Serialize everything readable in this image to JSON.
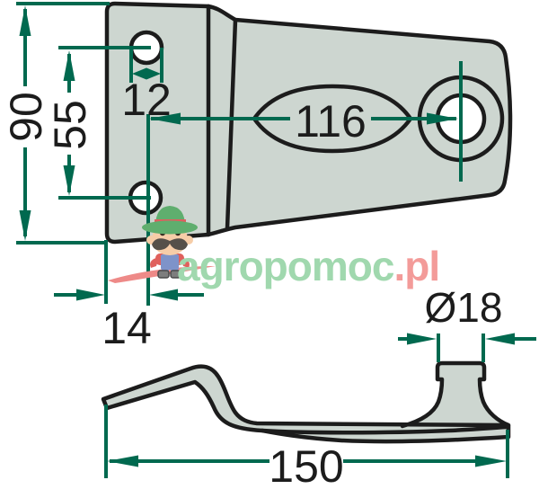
{
  "drawing": {
    "dimensions": {
      "overall_height": "90",
      "hole_center_spacing": "55",
      "hole_diameter": "12",
      "hole_to_stud_center": "116",
      "edge_to_hole_center": "14",
      "stud_diameter": "Ø18",
      "overall_length": "150"
    }
  },
  "watermark": {
    "brand": "agropomoc",
    "suffix": ".pl"
  },
  "colors": {
    "outline": "#1c1c1c",
    "dimension": "#00694f",
    "plate_fill": "#cdd6d0",
    "label_text": "#1c1c1c",
    "logo_green": "#a0d8ae",
    "logo_red": "#f39b99",
    "swoosh": "#ee8a88"
  }
}
